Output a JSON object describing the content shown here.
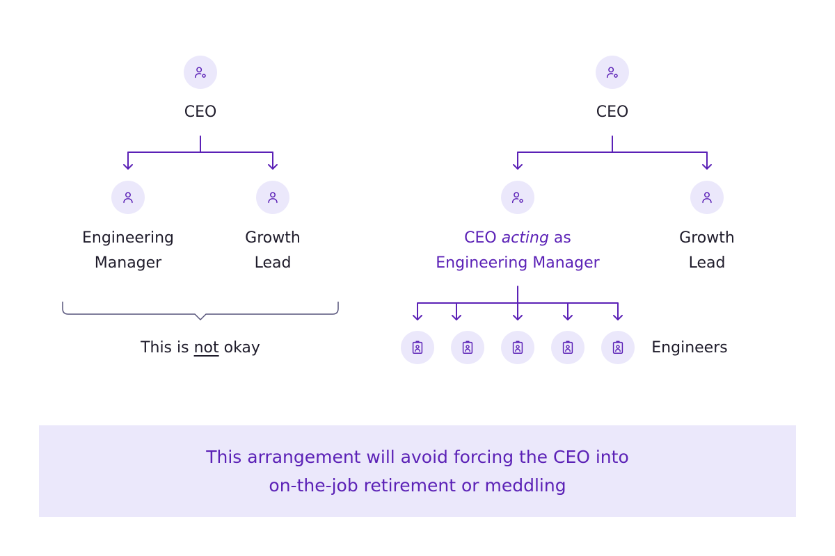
{
  "colors": {
    "accent": "#5b21b6",
    "icon_bg": "#ebe8fb",
    "text": "#1e1b2a",
    "bracket": "#56537a"
  },
  "left_chart": {
    "top": {
      "label": "CEO",
      "icon": "user-settings-icon"
    },
    "children": [
      {
        "line1": "Engineering",
        "line2": "Manager",
        "icon": "user-icon"
      },
      {
        "line1": "Growth",
        "line2": "Lead",
        "icon": "user-icon"
      }
    ],
    "caption": {
      "before": "This is ",
      "emph": "not",
      "after": " okay"
    }
  },
  "right_chart": {
    "top": {
      "label": "CEO",
      "icon": "user-settings-icon"
    },
    "acting": {
      "pre": "CEO ",
      "emph": "acting",
      "post": " as",
      "line2": "Engineering Manager",
      "icon": "user-settings-icon"
    },
    "growth": {
      "line1": "Growth",
      "line2": "Lead",
      "icon": "user-icon"
    },
    "engineers_label": "Engineers",
    "engineer_icon": "id-badge-icon"
  },
  "callout": {
    "line1": "This arrangement will avoid forcing the CEO into",
    "line2": "on-the-job retirement or meddling"
  }
}
